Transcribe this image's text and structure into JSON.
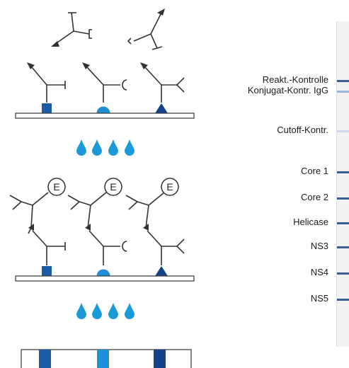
{
  "strip": {
    "bands": [
      {
        "label": "Reakt.-Kontrolle",
        "color": "#3a5f95"
      },
      {
        "label": "Konjugat-Kontr. IgG",
        "color": "#9bb6d8"
      },
      {
        "label": "Cutoff-Kontr.",
        "color": "#c8d7ea"
      },
      {
        "label": "Core 1",
        "color": "#3a5f95"
      },
      {
        "label": "Core 2",
        "color": "#3a5f95"
      },
      {
        "label": "Helicase",
        "color": "#3a5f95"
      },
      {
        "label": "NS3",
        "color": "#3a5f95"
      },
      {
        "label": "NS4",
        "color": "#3a5f95"
      },
      {
        "label": "NS5",
        "color": "#3a5f95"
      }
    ]
  },
  "conjugate": {
    "enzyme_label": "E"
  },
  "colors": {
    "antigen_dark": "#1a5aa6",
    "antigen_mid": "#1e8fd6",
    "antigen_navy": "#13418a",
    "drop": "#1a9ad8",
    "line": "#333333"
  }
}
